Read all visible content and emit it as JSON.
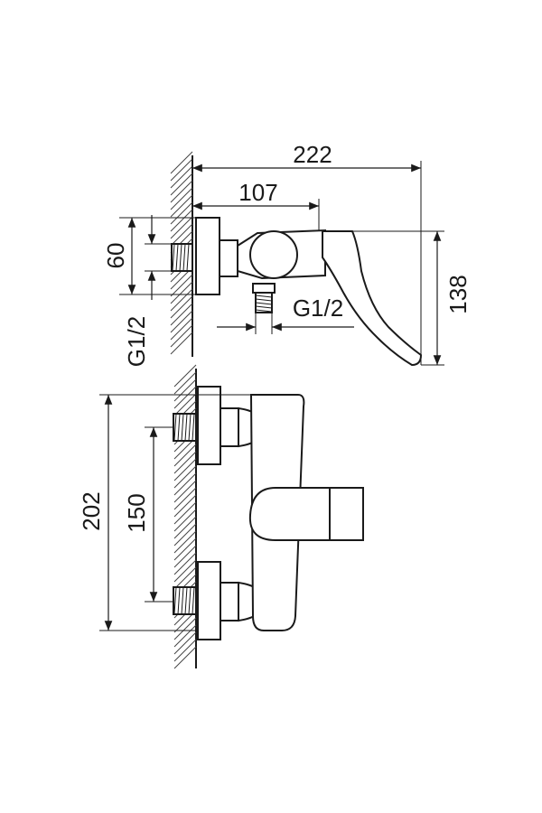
{
  "drawing": {
    "top_view": {
      "dim_overall_length": "222",
      "dim_wall_to_body": "107",
      "dim_flange_height": "60",
      "dim_outlet_thread": "G1/2",
      "dim_inlet_thread": "G1/2",
      "dim_height": "138"
    },
    "front_view": {
      "dim_overall_height": "202",
      "dim_inlet_spacing": "150"
    }
  }
}
